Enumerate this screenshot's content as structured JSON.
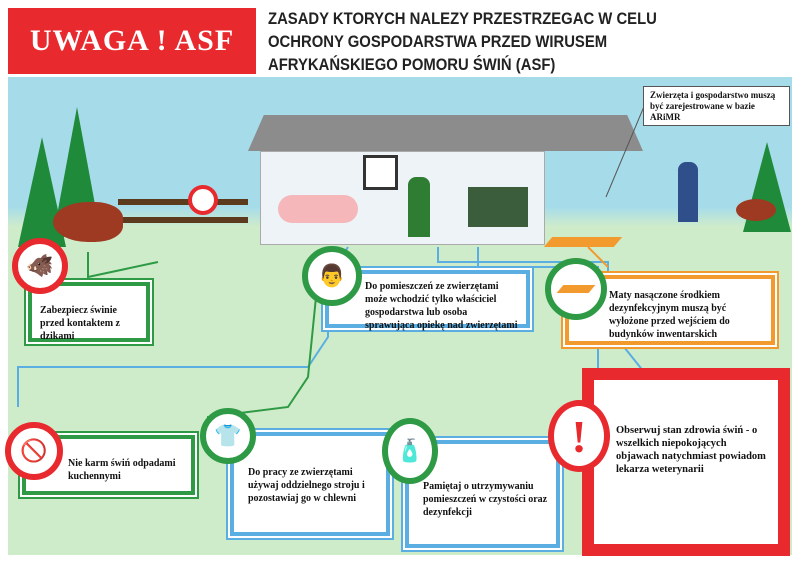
{
  "header": {
    "warning": "UWAGA ! ASF",
    "title": "ZASADY KTORYCH NALEZY PRZESTRZEGAC W CELU OCHRONY GOSPODARSTWA PRZED WIRUSEM AFRYKAŃSKIEGO POMORU ŚWIŃ (ASF)"
  },
  "notes": {
    "arimr": "Zwierzęta i gospodarstwo muszą być zarejestrowane w bazie ARiMR",
    "wild_boar": "Zabezpiecz świnie przed kontaktem z dzikami",
    "access": "Do pomieszczeń ze zwierzętami może wchodzić tylko właściciel gospodarstwa lub osoba sprawująca opiekę nad zwierzętami",
    "mats": "Maty nasączone środkiem dezynfekcyjnym muszą być wyłożone przed wejściem do budynków inwentarskich",
    "feeding": "Nie karm świń odpadami kuchennymi",
    "clothing": "Do pracy ze zwierzętami używaj oddzielnego stroju i pozostawiaj go w chlewni",
    "cleaning": "Pamiętaj o utrzymywaniu pomieszczeń w czystości oraz dezynfekcji",
    "health": "Obserwuj stan zdrowia świń - o wszelkich niepokojących objawach natychmiast powiadom lekarza weterynarii"
  },
  "colors": {
    "red": "#e8292e",
    "green": "#2e9a45",
    "blue": "#5aaee2",
    "orange": "#f29a2e"
  }
}
